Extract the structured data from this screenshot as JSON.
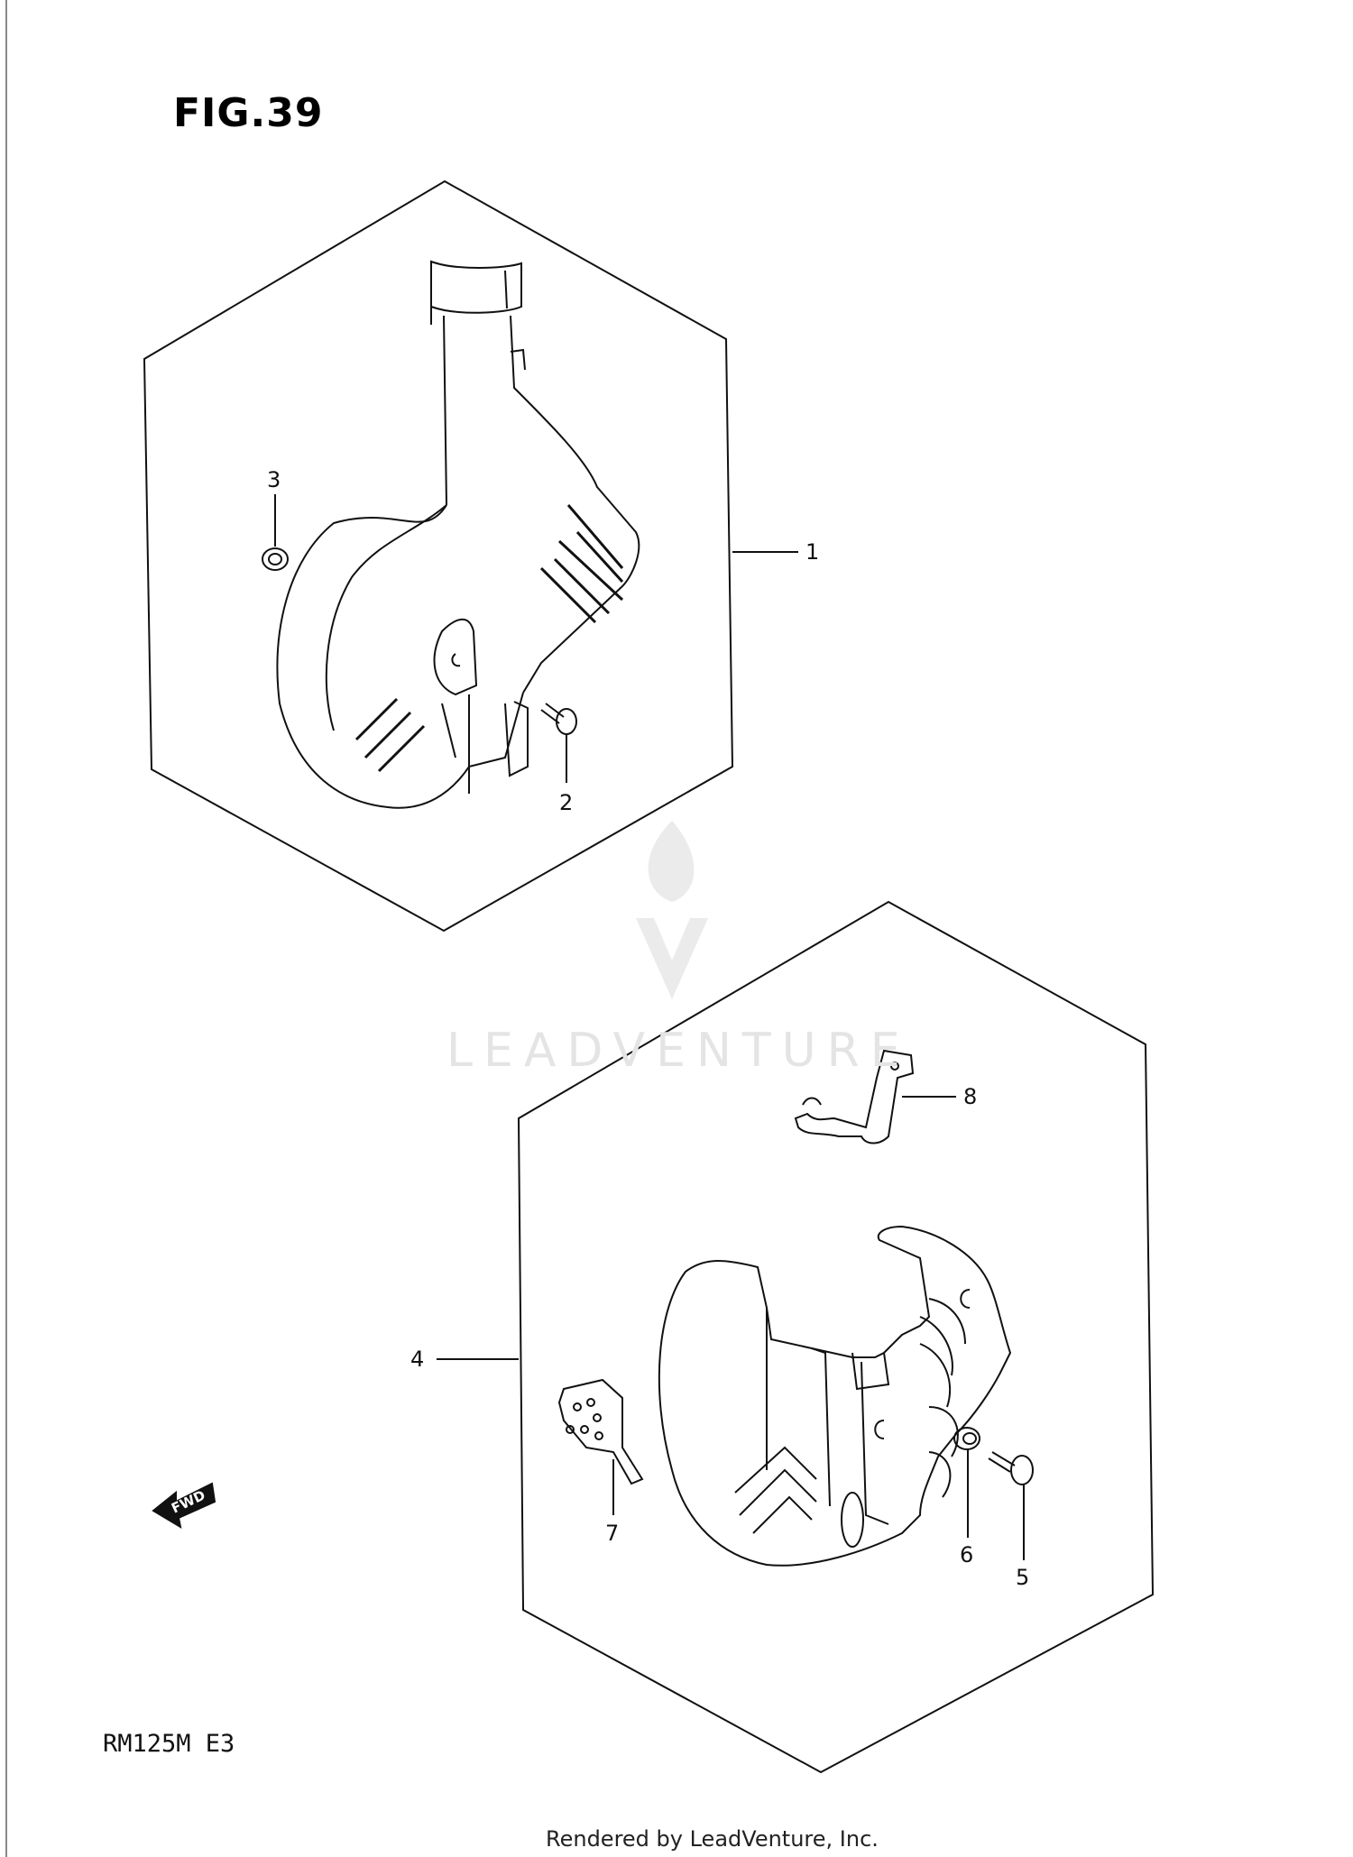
{
  "figure": {
    "title": "FIG.39",
    "model_code": "RM125M  E3",
    "footer": "Rendered by LeadVenture, Inc.",
    "watermark": "LEADVENTURE"
  },
  "callouts": {
    "c1": "1",
    "c2": "2",
    "c3": "3",
    "c4": "4",
    "c5": "5",
    "c6": "6",
    "c7": "7",
    "c8": "8"
  },
  "fwd_label": "FWD"
}
